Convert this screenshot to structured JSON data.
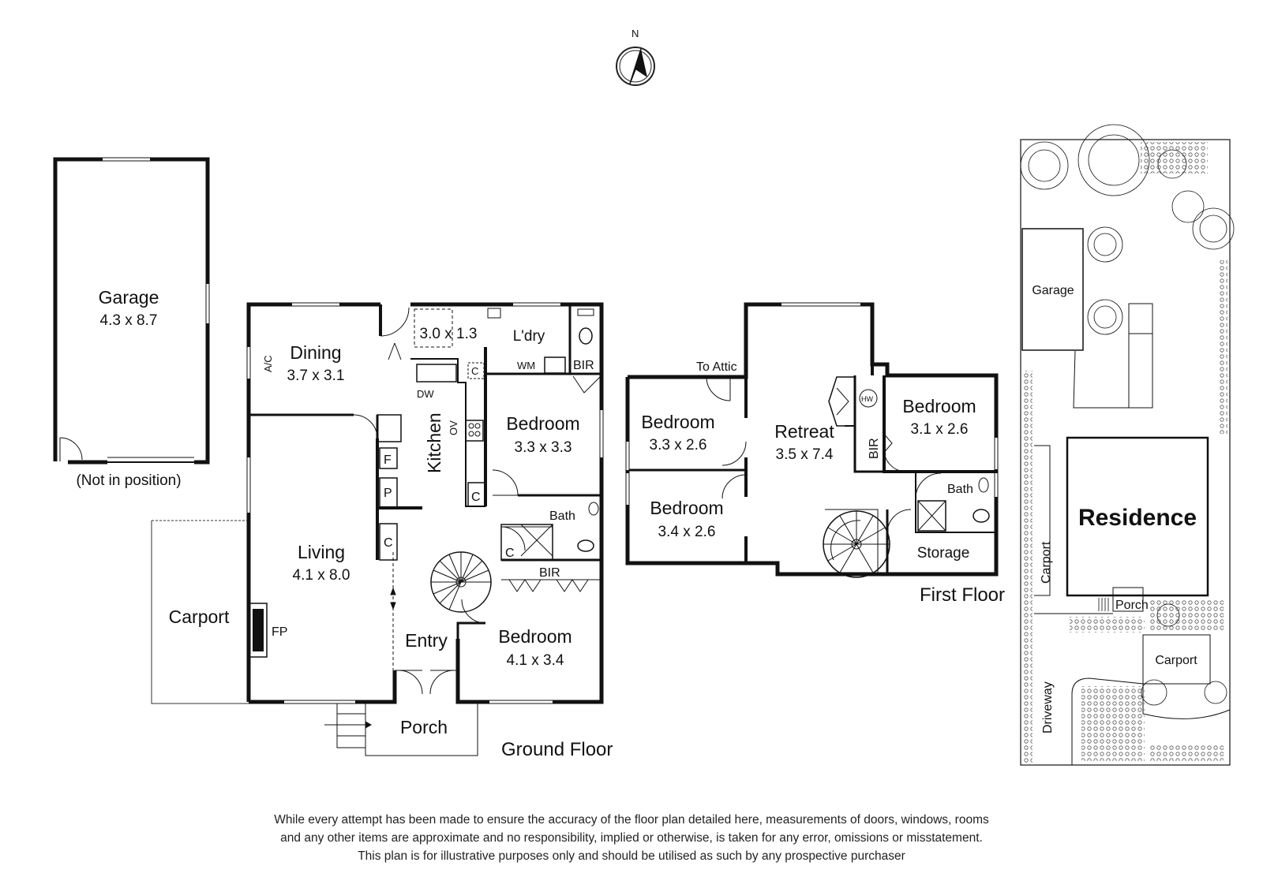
{
  "compass": {
    "label": "N"
  },
  "garage": {
    "name": "Garage",
    "size": "4.3 x 8.7",
    "note": "(Not in position)"
  },
  "carport": {
    "name": "Carport",
    "fireplace": "FP"
  },
  "ground_floor": {
    "title": "Ground Floor",
    "dining": {
      "name": "Dining",
      "size": "3.7 x 3.1",
      "ac": "A/C"
    },
    "living": {
      "name": "Living",
      "size": "4.1 x 8.0"
    },
    "kitchen": {
      "name": "Kitchen",
      "dw": "DW",
      "ov": "OV",
      "f": "F",
      "p": "P",
      "c": "C"
    },
    "pantry_area": {
      "size": "3.0 x 1.3",
      "c": "C"
    },
    "laundry": {
      "name": "L'dry",
      "wm": "WM",
      "bir": "BIR"
    },
    "bedroom_a": {
      "name": "Bedroom",
      "size": "3.3 x 3.3",
      "c": "C"
    },
    "bath": {
      "name": "Bath",
      "c": "C"
    },
    "bir": "BIR",
    "bedroom_b": {
      "name": "Bedroom",
      "size": "4.1 x 3.4"
    },
    "entry": "Entry",
    "porch": "Porch"
  },
  "first_floor": {
    "title": "First Floor",
    "attic": "To Attic",
    "bedroom_a": {
      "name": "Bedroom",
      "size": "3.3 x 2.6"
    },
    "bedroom_b": {
      "name": "Bedroom",
      "size": "3.4 x 2.6"
    },
    "retreat": {
      "name": "Retreat",
      "size": "3.5 x 7.4",
      "bir": "BIR",
      "hw": "HW"
    },
    "bedroom_c": {
      "name": "Bedroom",
      "size": "3.1 x 2.6"
    },
    "bath": "Bath",
    "storage": "Storage"
  },
  "site": {
    "garage": "Garage",
    "residence": "Residence",
    "carport_side": "Carport",
    "porch": "Porch",
    "carport_front": "Carport",
    "driveway": "Driveway"
  },
  "disclaimer": [
    "While every attempt has been made to ensure the accuracy of the floor plan detailed here, measurements of doors, windows, rooms",
    "and any other items are approximate and no responsibility, implied or otherwise, is taken for any error, omissions or misstatement.",
    "This plan is for illustrative purposes only and should be utilised as such by any prospective purchaser"
  ]
}
